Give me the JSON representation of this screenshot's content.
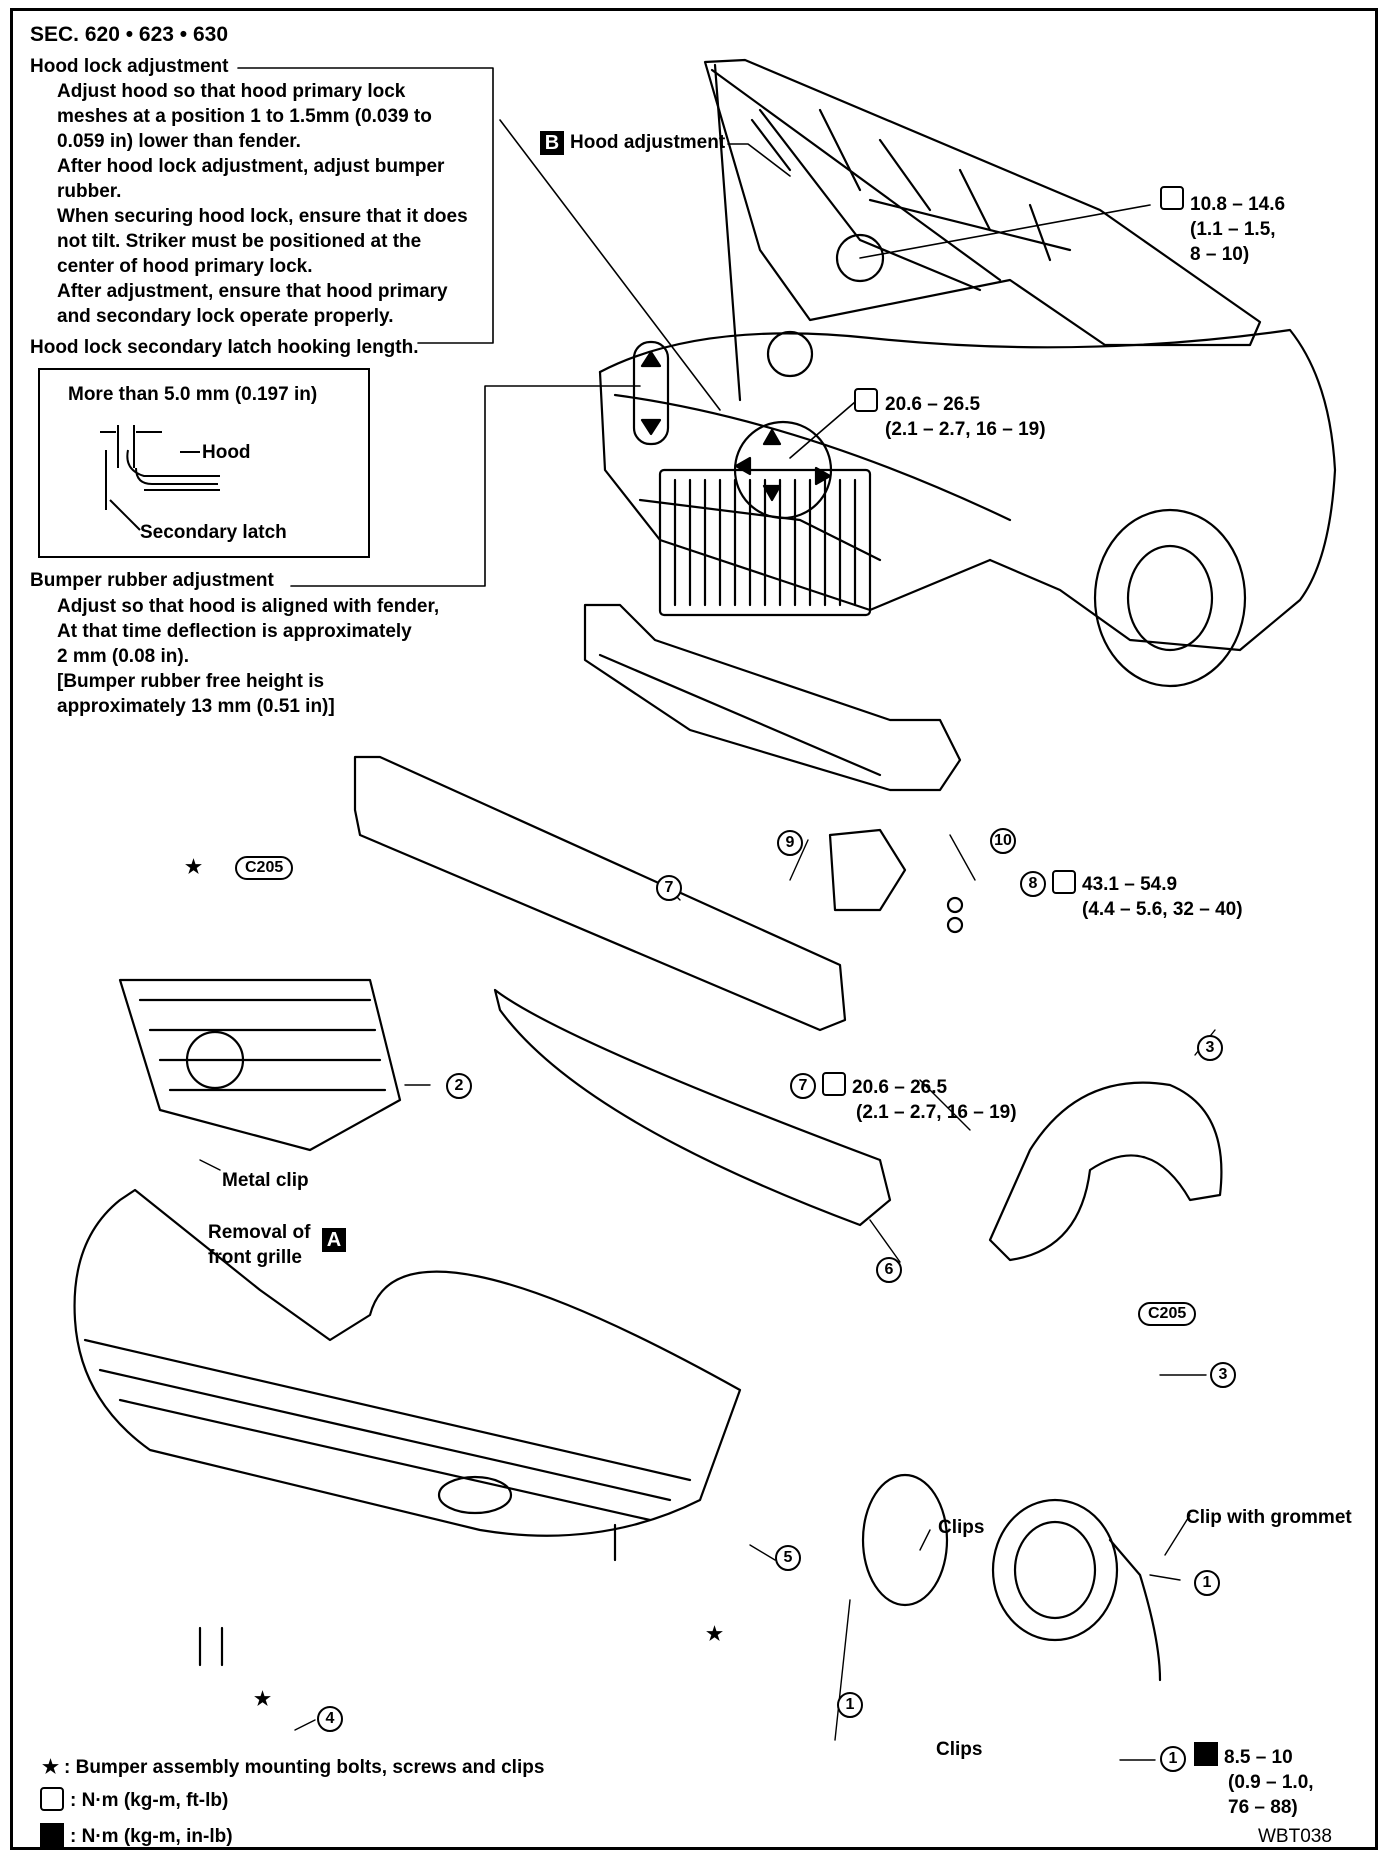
{
  "header": {
    "section": "SEC. 620 • 623 • 630"
  },
  "hood_lock": {
    "title": "Hood lock adjustment",
    "lines": [
      "Adjust hood so that hood primary lock",
      "meshes at a position 1 to 1.5mm (0.039 to",
      "0.059 in) lower than fender.",
      "After hood lock adjustment, adjust bumper",
      "rubber.",
      "When securing hood lock, ensure that it does",
      "not tilt. Striker must be positioned at the",
      "center of hood primary lock.",
      "After adjustment, ensure that hood primary",
      "and secondary lock operate properly."
    ]
  },
  "latch": {
    "title": "Hood lock secondary latch hooking length.",
    "measure": "More than 5.0 mm (0.197 in)",
    "hood_label": "Hood",
    "secondary_label": "Secondary latch"
  },
  "bumper_rubber": {
    "title": "Bumper rubber adjustment",
    "lines": [
      "Adjust so that hood is aligned with fender,",
      "At that time deflection is approximately",
      "2 mm (0.08 in).",
      "[Bumper rubber free height is",
      "approximately 13 mm (0.51 in)]"
    ]
  },
  "callouts": {
    "hood_adjustment": {
      "box": "B",
      "label": "Hood adjustment"
    },
    "front_grille": {
      "box": "A",
      "line1": "Removal of",
      "line2": "front grille"
    },
    "metal_clip": "Metal clip",
    "clips_top": "Clips",
    "clips_bottom": "Clips",
    "clip_grommet": "Clip with grommet",
    "c205_a": "C205",
    "c205_b": "C205"
  },
  "torques": {
    "hood_hinge": [
      "10.8 – 14.6",
      "(1.1 – 1.5,",
      "8 – 10)"
    ],
    "hood_lock": [
      "20.6 – 26.5",
      "(2.1 – 2.7, 16 – 19)"
    ],
    "bracket": [
      "43.1 – 54.9",
      "(4.4 – 5.6, 32 – 40)"
    ],
    "reinforcement": [
      "20.6 – 26.5",
      "(2.1 – 2.7, 16 – 19)"
    ],
    "fog_lamp": [
      "8.5 – 10",
      "(0.9 – 1.0,",
      "76 – 88)"
    ]
  },
  "parts": {
    "p1a": "1",
    "p1b": "1",
    "p1c": "1",
    "p2": "2",
    "p3a": "3",
    "p3b": "3",
    "p4": "4",
    "p5": "5",
    "p6": "6",
    "p7a": "7",
    "p7b": "7",
    "p8": "8",
    "p9": "9",
    "p10": "10"
  },
  "stars": {
    "s1": "★",
    "s2": "★",
    "s3": "★"
  },
  "legend": {
    "star_symbol": "★",
    "star_text": ": Bumper assembly mounting bolts, screws and clips",
    "torque_ft": ": N·m (kg-m, ft-lb)",
    "torque_in": ": N·m (kg-m, in-lb)"
  },
  "figure_code": "WBT038"
}
